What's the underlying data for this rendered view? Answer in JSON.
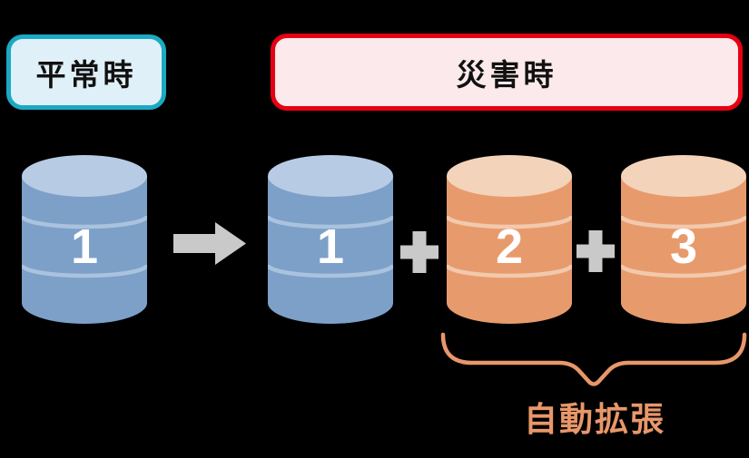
{
  "background_color": "#000000",
  "headers": {
    "normal": {
      "label": "平常時",
      "border_color": "#1ba9c3",
      "fill_color": "#e0f0f8"
    },
    "disaster": {
      "label": "災害時",
      "border_color": "#e60012",
      "fill_color": "#fbe9eb"
    }
  },
  "cylinders": [
    {
      "label": "1",
      "color": "blue",
      "group": "normal"
    },
    {
      "label": "1",
      "color": "blue",
      "group": "disaster"
    },
    {
      "label": "2",
      "color": "orange",
      "group": "disaster"
    },
    {
      "label": "3",
      "color": "orange",
      "group": "disaster"
    }
  ],
  "operators": {
    "plus": "+"
  },
  "arrow": {
    "direction": "right",
    "color": "#c9c9c9"
  },
  "annotation": {
    "label": "自動拡張",
    "color": "#e8976a",
    "spans": "cylinders 2 and 3"
  },
  "palette": {
    "blue_body": "#7da0c8",
    "blue_top": "#b7cce4",
    "blue_stripe": "#a9c3de",
    "orange_body": "#e79b6d",
    "orange_top": "#f4d3bb",
    "orange_stripe": "#f2c9ad",
    "gray": "#c9c9c9",
    "number_color": "#ffffff"
  }
}
